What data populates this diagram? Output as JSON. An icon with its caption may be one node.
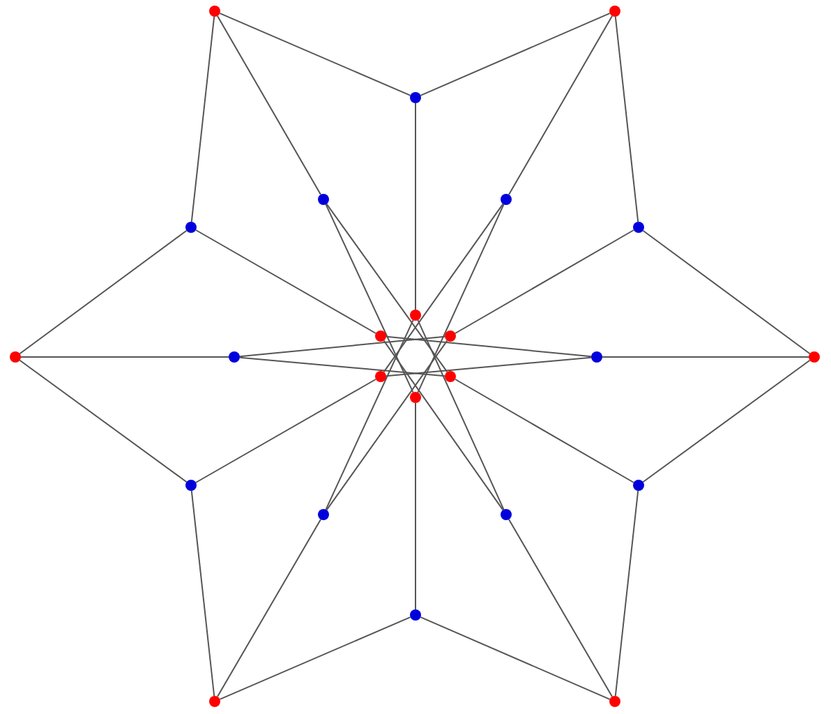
{
  "diagram": {
    "nodes": [
      {
        "text": [],
        "shape": "circle"
      },
      {
        "text": [],
        "shape": "circle"
      },
      {
        "text": [],
        "shape": "circle"
      },
      {
        "text": [],
        "shape": "circle"
      },
      {
        "text": [],
        "shape": "circle"
      },
      {
        "text": [],
        "shape": "circle"
      },
      {
        "text": [],
        "shape": "circle"
      },
      {
        "text": [],
        "shape": "circle"
      },
      {
        "text": [],
        "shape": "circle"
      },
      {
        "text": [],
        "shape": "circle"
      },
      {
        "text": [],
        "shape": "circle"
      },
      {
        "text": [],
        "shape": "circle"
      },
      {
        "text": [],
        "shape": "circle"
      },
      {
        "text": [],
        "shape": "circle"
      },
      {
        "text": [],
        "shape": "circle"
      },
      {
        "text": [],
        "shape": "circle"
      },
      {
        "text": [],
        "shape": "circle"
      },
      {
        "text": [],
        "shape": "circle"
      },
      {
        "text": [],
        "shape": "circle"
      },
      {
        "text": [],
        "shape": "circle"
      },
      {
        "text": [],
        "shape": "circle"
      },
      {
        "text": [],
        "shape": "circle"
      },
      {
        "text": [],
        "shape": "circle"
      },
      {
        "text": [],
        "shape": "circle"
      }
    ],
    "edges": [
      {
        "from": 0,
        "to": 2,
        "arrow": "none"
      },
      {
        "from": 0,
        "to": 5,
        "arrow": "none"
      },
      {
        "from": 1,
        "to": 2,
        "arrow": "none"
      },
      {
        "from": 1,
        "to": 6,
        "arrow": "none"
      },
      {
        "from": 10,
        "to": 5,
        "arrow": "none"
      },
      {
        "from": 10,
        "to": 17,
        "arrow": "none"
      },
      {
        "from": 13,
        "to": 6,
        "arrow": "none"
      },
      {
        "from": 13,
        "to": 18,
        "arrow": "none"
      },
      {
        "from": 22,
        "to": 17,
        "arrow": "none"
      },
      {
        "from": 22,
        "to": 21,
        "arrow": "none"
      },
      {
        "from": 23,
        "to": 18,
        "arrow": "none"
      },
      {
        "from": 23,
        "to": 21,
        "arrow": "none"
      },
      {
        "from": 0,
        "to": 3,
        "arrow": "none"
      },
      {
        "from": 1,
        "to": 4,
        "arrow": "none"
      },
      {
        "from": 10,
        "to": 11,
        "arrow": "none"
      },
      {
        "from": 13,
        "to": 12,
        "arrow": "none"
      },
      {
        "from": 22,
        "to": 19,
        "arrow": "none"
      },
      {
        "from": 23,
        "to": 20,
        "arrow": "none"
      },
      {
        "from": 2,
        "to": 7,
        "arrow": "none"
      },
      {
        "from": 5,
        "to": 8,
        "arrow": "none"
      },
      {
        "from": 6,
        "to": 9,
        "arrow": "none"
      },
      {
        "from": 17,
        "to": 14,
        "arrow": "none"
      },
      {
        "from": 18,
        "to": 15,
        "arrow": "none"
      },
      {
        "from": 21,
        "to": 16,
        "arrow": "none"
      },
      {
        "from": 3,
        "to": 16,
        "arrow": "none"
      },
      {
        "from": 3,
        "to": 15,
        "arrow": "none"
      },
      {
        "from": 4,
        "to": 14,
        "arrow": "none"
      },
      {
        "from": 4,
        "to": 16,
        "arrow": "none"
      },
      {
        "from": 11,
        "to": 9,
        "arrow": "none"
      },
      {
        "from": 11,
        "to": 15,
        "arrow": "none"
      },
      {
        "from": 12,
        "to": 8,
        "arrow": "none"
      },
      {
        "from": 12,
        "to": 14,
        "arrow": "none"
      },
      {
        "from": 19,
        "to": 9,
        "arrow": "none"
      },
      {
        "from": 19,
        "to": 7,
        "arrow": "none"
      },
      {
        "from": 20,
        "to": 7,
        "arrow": "none"
      },
      {
        "from": 20,
        "to": 8,
        "arrow": "none"
      }
    ]
  }
}
